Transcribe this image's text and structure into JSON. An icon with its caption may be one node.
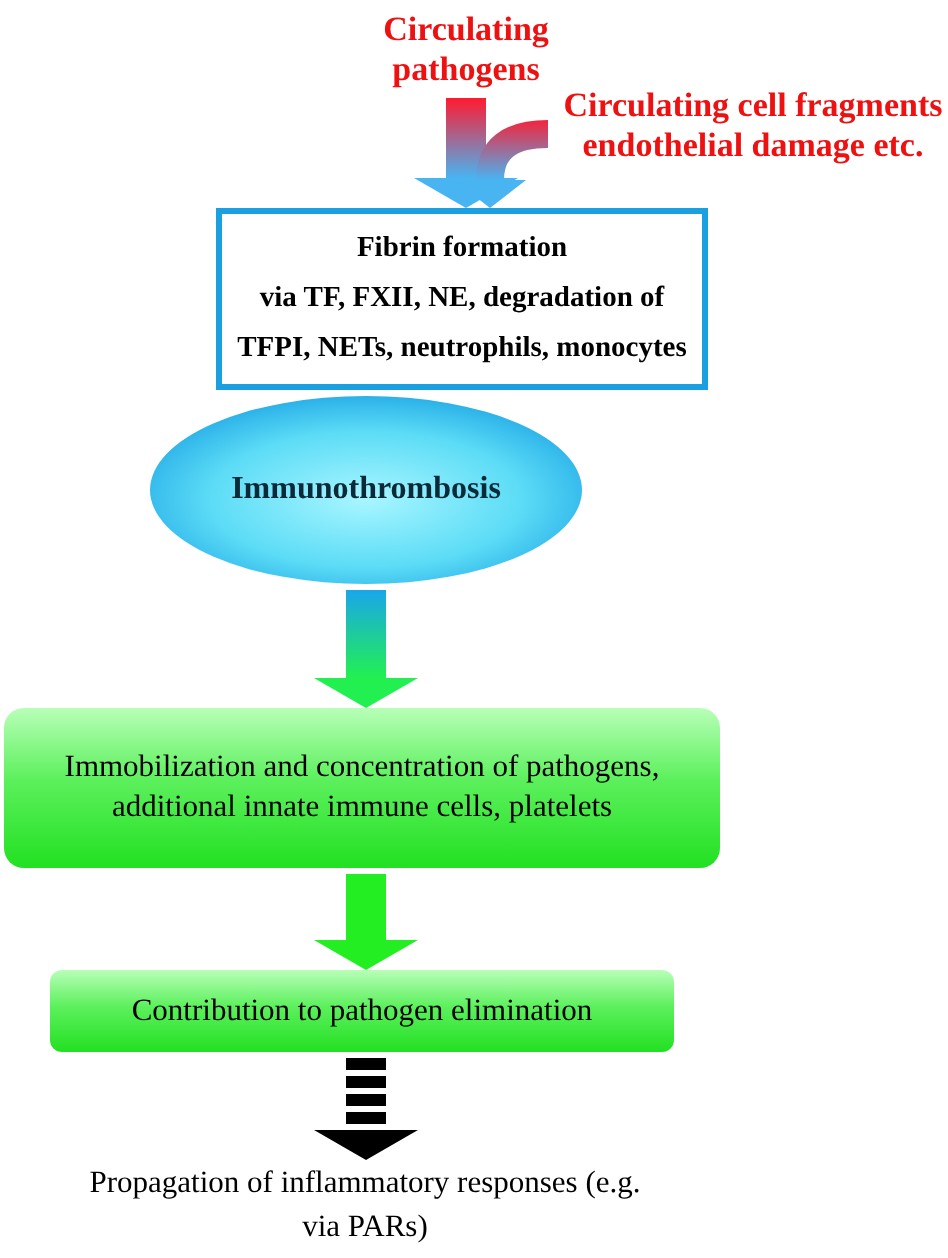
{
  "diagram": {
    "nodes": [
      {
        "text": [
          "Circulating pathogens"
        ]
      },
      {
        "text": [
          "Circulating cell fragments endothelial damage etc."
        ]
      },
      {
        "text": [
          "Fibrin formation",
          "via TF, FXII, NE, degradation of TFPI, NETs, neutrophils, monocytes"
        ]
      },
      {
        "text": [
          "Immunothrombosis"
        ]
      },
      {
        "text": [
          "Immobilization and concentration of pathogens, additional innate immune cells, platelets"
        ]
      },
      {
        "text": [
          "Contribution to pathogen elimination"
        ]
      },
      {
        "text": [
          "Propagation of inflammatory responses (e.g. via PARs)"
        ]
      }
    ],
    "edges": [
      {
        "from": 0,
        "to": 2,
        "arrow": "to",
        "style": "thick"
      },
      {
        "from": 1,
        "to": 2,
        "arrow": "to",
        "style": "thick"
      },
      {
        "from": 3,
        "to": 4,
        "arrow": "to",
        "style": "thick"
      },
      {
        "from": 4,
        "to": 5,
        "arrow": "to",
        "style": "thick",
        "color": "#22ee22"
      },
      {
        "from": 5,
        "to": 6,
        "arrow": "to",
        "style": "dashed",
        "color": "#000000"
      }
    ]
  }
}
